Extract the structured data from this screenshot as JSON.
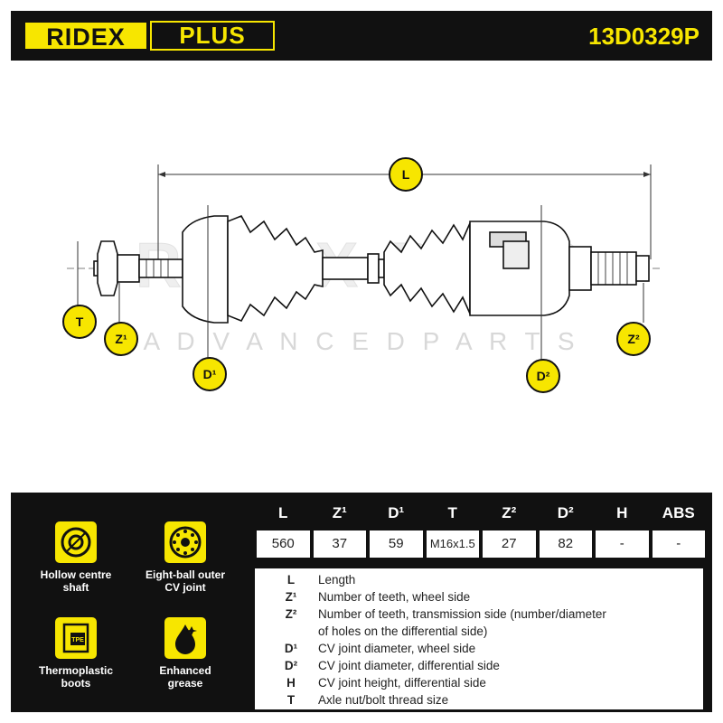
{
  "header": {
    "brand_left": "RIDEX",
    "brand_right": "PLUS",
    "part_number": "13D0329P"
  },
  "colors": {
    "accent": "#f7e600",
    "dark": "#111111"
  },
  "drawing": {
    "watermark_top": "RIDEX PLUS",
    "watermark_sub": "A D V A N C E D   P A R T S",
    "labels": {
      "L": "L",
      "T": "T",
      "Z1": "Z¹",
      "D1": "D¹",
      "D2": "D²",
      "Z2": "Z²"
    }
  },
  "features": [
    {
      "icon": "hollow-shaft-icon",
      "label1": "Hollow centre",
      "label2": "shaft"
    },
    {
      "icon": "eight-ball-joint-icon",
      "label1": "Eight-ball outer",
      "label2": "CV joint"
    },
    {
      "icon": "tpe-boot-icon",
      "label1": "Thermoplastic",
      "label2": "boots",
      "badge": "TPE"
    },
    {
      "icon": "grease-icon",
      "label1": "Enhanced",
      "label2": "grease"
    }
  ],
  "spec_table": {
    "headers": [
      "L",
      "Z¹",
      "D¹",
      "T",
      "Z²",
      "D²",
      "H",
      "ABS"
    ],
    "values": [
      "560",
      "37",
      "59",
      "M16x1.5",
      "27",
      "82",
      "-",
      "-"
    ]
  },
  "legend": [
    {
      "sym": "L",
      "text": "Length"
    },
    {
      "sym": "Z¹",
      "text": "Number of teeth, wheel side"
    },
    {
      "sym": "Z²",
      "text": "Number of teeth, transmission side (number/diameter"
    },
    {
      "sym": "",
      "text": "of holes on the differential side)"
    },
    {
      "sym": "D¹",
      "text": "CV joint diameter, wheel side"
    },
    {
      "sym": "D²",
      "text": "CV joint diameter, differential side"
    },
    {
      "sym": "H",
      "text": "CV joint height, differential side"
    },
    {
      "sym": "T",
      "text": "Axle nut/bolt thread size"
    }
  ]
}
